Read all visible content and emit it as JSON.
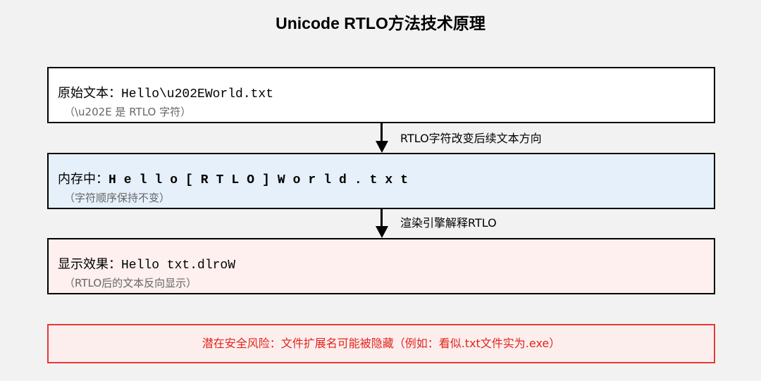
{
  "title": "Unicode RTLO方法技术原理",
  "steps": [
    {
      "label": "原始文本：",
      "code": "Hello\\u202EWorld.txt",
      "note": "（\\u202E 是 RTLO 字符）"
    },
    {
      "label": "内存中：",
      "code": "Hello[RTLO]World.txt",
      "note": "（字符顺序保持不变）"
    },
    {
      "label": "显示效果：",
      "code": "Hello txt.dlroW",
      "note": "（RTLO后的文本反向显示）"
    }
  ],
  "arrows": [
    {
      "label": "RTLO字符改变后续文本方向"
    },
    {
      "label": "渲染引擎解释RTLO"
    }
  ],
  "warning": "潜在安全风险：文件扩展名可能被隐藏（例如：看似.txt文件实为.exe）",
  "colors": {
    "step1_bg": "#ffffff",
    "step2_bg": "#e6f0fb",
    "step3_bg": "#fdf0ef",
    "warning_border": "#e53935",
    "warning_text": "#e0251b",
    "note_text": "#666666"
  }
}
